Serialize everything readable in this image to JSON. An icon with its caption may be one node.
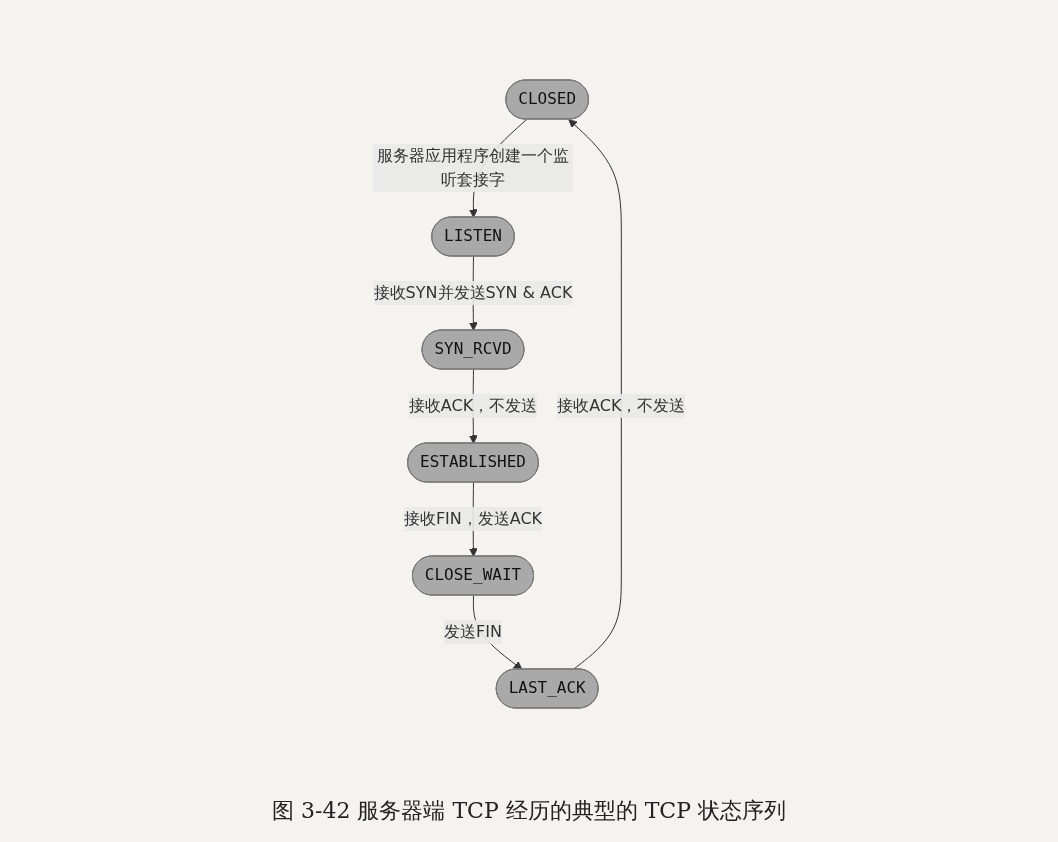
{
  "diagram": {
    "caption": "图 3-42 服务器端 TCP 经历的典型的 TCP 状态序列",
    "nodes": [
      {
        "text": [
          "CLOSED"
        ]
      },
      {
        "text": [
          "LISTEN"
        ]
      },
      {
        "text": [
          "SYN_RCVD"
        ]
      },
      {
        "text": [
          "ESTABLISHED"
        ]
      },
      {
        "text": [
          "CLOSE_WAIT"
        ]
      },
      {
        "text": [
          "LAST_ACK"
        ]
      }
    ],
    "edges": [
      {
        "from": 0,
        "to": 1,
        "arrow": "to",
        "label": "服务器应用程序创建一个监听套接字"
      },
      {
        "from": 1,
        "to": 2,
        "arrow": "to",
        "label": "接收SYN并发送SYN & ACK"
      },
      {
        "from": 2,
        "to": 3,
        "arrow": "to",
        "label": "接收ACK，不发送"
      },
      {
        "from": 3,
        "to": 4,
        "arrow": "to",
        "label": "接收FIN，发送ACK"
      },
      {
        "from": 4,
        "to": 5,
        "arrow": "to",
        "label": "发送FIN"
      },
      {
        "from": 5,
        "to": 0,
        "arrow": "to",
        "label": "接收ACK，不发送"
      }
    ]
  }
}
